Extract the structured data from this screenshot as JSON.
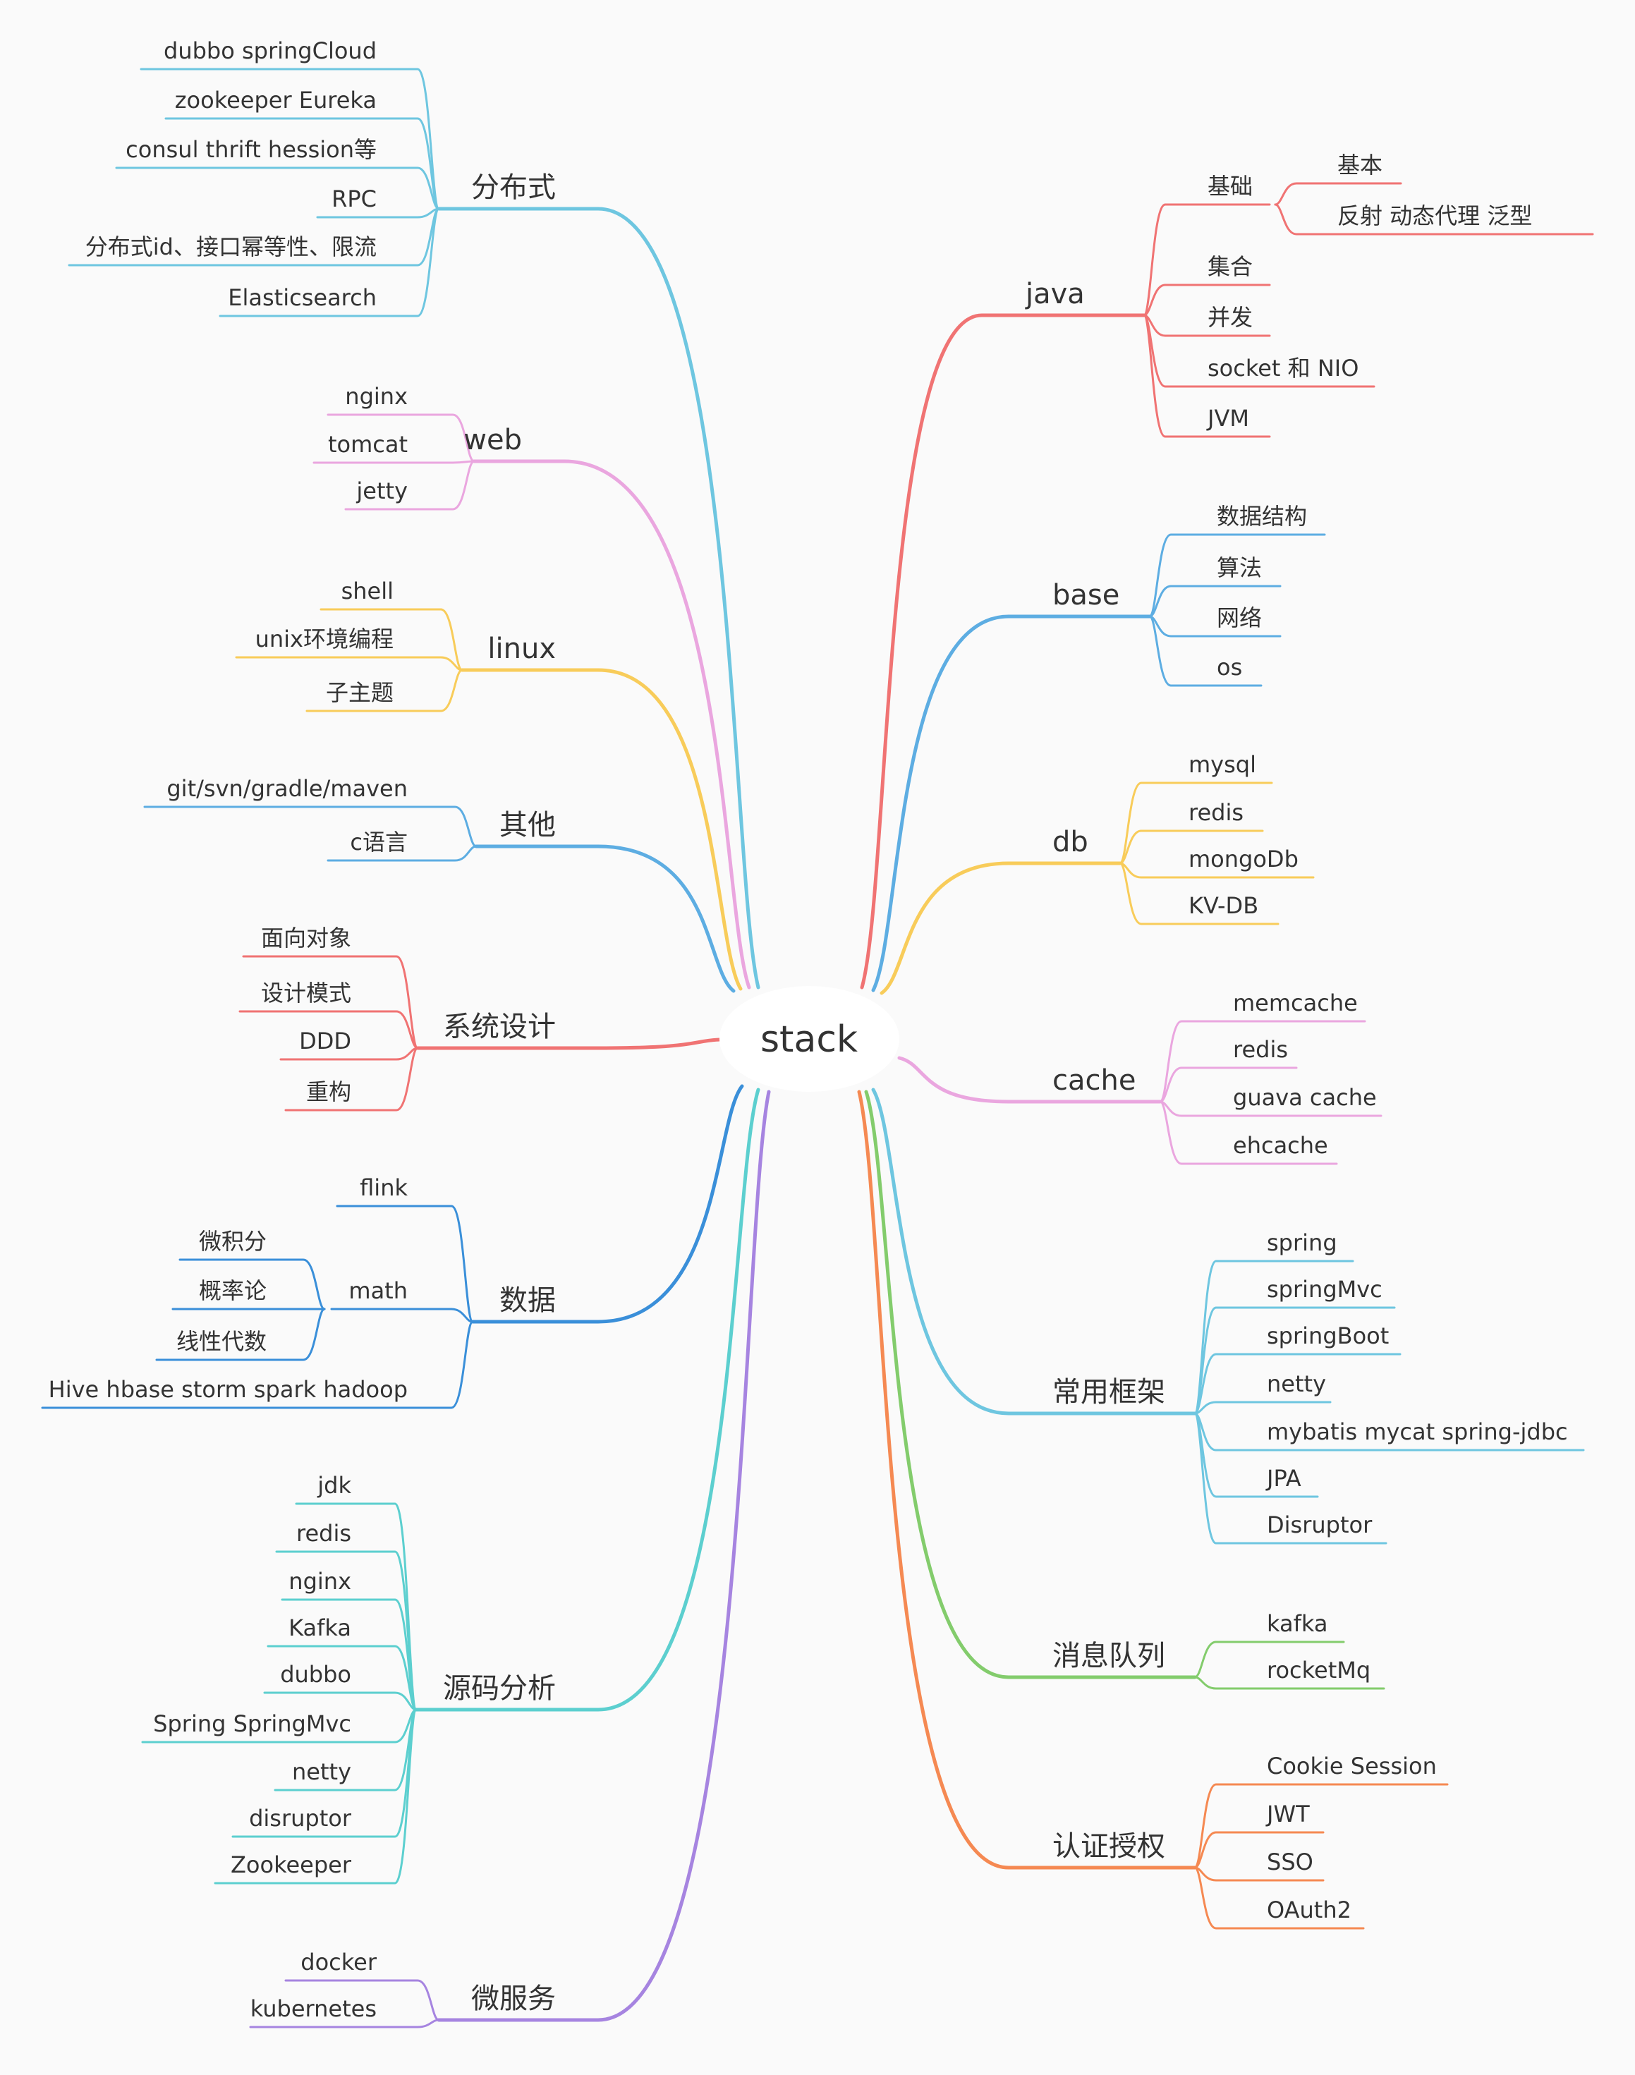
{
  "center": {
    "label": "stack"
  },
  "colors": {
    "red": "#f07373",
    "blue": "#5dade2",
    "yellow": "#f8cc5a",
    "pink": "#eaa6df",
    "teal": "#5ccfcf",
    "cyan": "#6ec6e0",
    "purple": "#a684e0",
    "green": "#83cc6c",
    "orange": "#f58952",
    "deepblue": "#3a8fd9"
  },
  "branches": [
    {
      "label": "java",
      "color": "red",
      "children": [
        {
          "label": "基础",
          "children": [
            {
              "label": "基本"
            },
            {
              "label": "反射    动态代理    泛型"
            }
          ]
        },
        {
          "label": "集合"
        },
        {
          "label": "并发"
        },
        {
          "label": "socket 和 NIO"
        },
        {
          "label": "JVM"
        }
      ]
    },
    {
      "label": "base",
      "color": "blue",
      "children": [
        {
          "label": "数据结构"
        },
        {
          "label": "算法"
        },
        {
          "label": "网络"
        },
        {
          "label": "os"
        }
      ]
    },
    {
      "label": "db",
      "color": "yellow",
      "children": [
        {
          "label": "mysql"
        },
        {
          "label": "redis"
        },
        {
          "label": "mongoDb"
        },
        {
          "label": "KV-DB"
        }
      ]
    },
    {
      "label": "cache",
      "color": "pink",
      "children": [
        {
          "label": "memcache"
        },
        {
          "label": "redis"
        },
        {
          "label": "guava cache"
        },
        {
          "label": "ehcache"
        }
      ]
    },
    {
      "label": "常用框架",
      "color": "cyan",
      "children": [
        {
          "label": "spring"
        },
        {
          "label": "springMvc"
        },
        {
          "label": "springBoot"
        },
        {
          "label": "netty"
        },
        {
          "label": "mybatis mycat  spring-jdbc"
        },
        {
          "label": "JPA"
        },
        {
          "label": "Disruptor"
        }
      ]
    },
    {
      "label": "消息队列",
      "color": "green",
      "children": [
        {
          "label": "kafka"
        },
        {
          "label": "rocketMq"
        }
      ]
    },
    {
      "label": "认证授权",
      "color": "orange",
      "children": [
        {
          "label": "Cookie Session"
        },
        {
          "label": "JWT"
        },
        {
          "label": "SSO"
        },
        {
          "label": "OAuth2"
        }
      ]
    },
    {
      "label": "分布式",
      "color": "cyan",
      "children": [
        {
          "label": "dubbo  springCloud"
        },
        {
          "label": "zookeeper Eureka"
        },
        {
          "label": "consul thrift hession等"
        },
        {
          "label": "RPC"
        },
        {
          "label": "分布式id、接口幂等性、限流"
        },
        {
          "label": "Elasticsearch"
        }
      ]
    },
    {
      "label": "web",
      "color": "pink",
      "children": [
        {
          "label": "nginx"
        },
        {
          "label": "tomcat"
        },
        {
          "label": "jetty"
        }
      ]
    },
    {
      "label": "linux",
      "color": "yellow",
      "children": [
        {
          "label": "shell"
        },
        {
          "label": "unix环境编程"
        },
        {
          "label": "子主题"
        }
      ]
    },
    {
      "label": "其他",
      "color": "blue",
      "children": [
        {
          "label": "git/svn/gradle/maven"
        },
        {
          "label": "c语言"
        }
      ]
    },
    {
      "label": "系统设计",
      "color": "red",
      "children": [
        {
          "label": "面向对象"
        },
        {
          "label": "设计模式"
        },
        {
          "label": "DDD"
        },
        {
          "label": "重构"
        }
      ]
    },
    {
      "label": "数据",
      "color": "deepblue",
      "children": [
        {
          "label": "flink"
        },
        {
          "label": "math",
          "children": [
            {
              "label": "微积分"
            },
            {
              "label": "概率论"
            },
            {
              "label": "线性代数"
            }
          ]
        },
        {
          "label": "Hive hbase storm spark hadoop"
        }
      ]
    },
    {
      "label": "源码分析",
      "color": "teal",
      "children": [
        {
          "label": "jdk"
        },
        {
          "label": "redis"
        },
        {
          "label": "nginx"
        },
        {
          "label": "Kafka"
        },
        {
          "label": "dubbo"
        },
        {
          "label": "Spring SpringMvc"
        },
        {
          "label": "netty"
        },
        {
          "label": "disruptor"
        },
        {
          "label": "Zookeeper"
        }
      ]
    },
    {
      "label": "微服务",
      "color": "purple",
      "children": [
        {
          "label": "docker"
        },
        {
          "label": "kubernetes"
        }
      ]
    }
  ]
}
